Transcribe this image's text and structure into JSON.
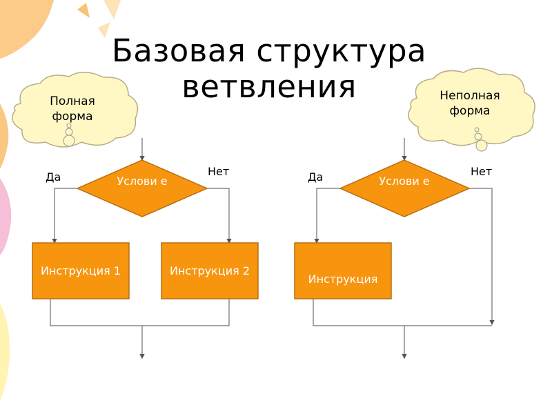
{
  "title": {
    "line1": "Базовая структура",
    "line2": "ветвления"
  },
  "full_form": {
    "cloud_label": "Полная форма",
    "condition": "Услови е",
    "yes_label": "Да",
    "no_label": "Нет",
    "instruction1": "Инструкция 1",
    "instruction2": "Инструкция 2"
  },
  "partial_form": {
    "cloud_label": "Неполная форма",
    "condition": "Услови е",
    "yes_label": "Да",
    "no_label": "Нет",
    "instruction": "Инструкция"
  },
  "colors": {
    "shape_fill": "#f7950f",
    "shape_stroke": "#b86e12",
    "cloud_fill": "#fff7c4",
    "cloud_stroke": "#b8ab86",
    "decor_orange": "#fbc275",
    "decor_pink": "#f6b7d3",
    "decor_yellow": "#fff3a8",
    "line": "#6e6e6e"
  }
}
